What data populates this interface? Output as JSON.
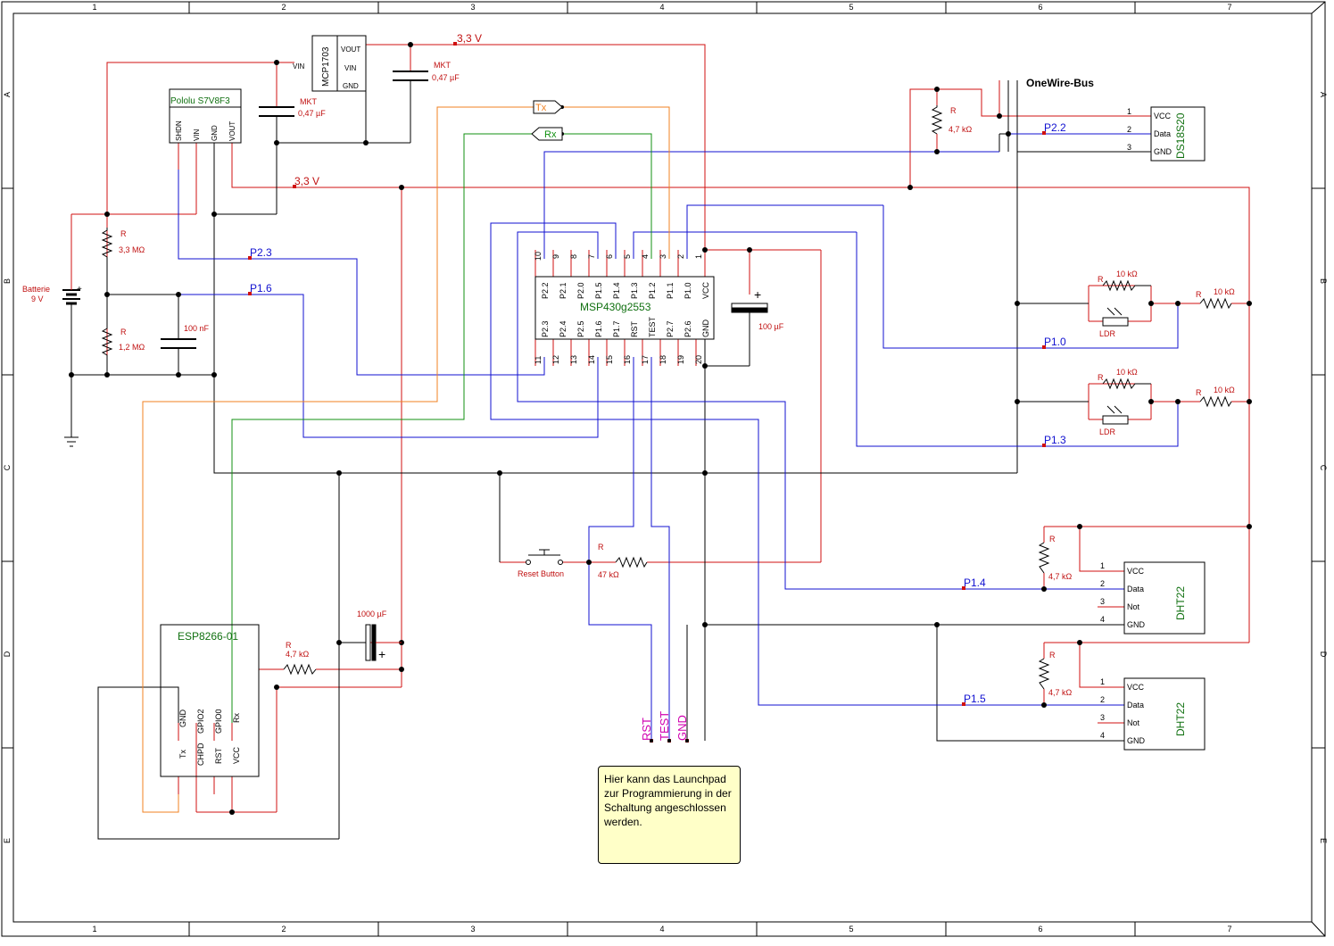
{
  "frame": {
    "columns": [
      "1",
      "2",
      "3",
      "4",
      "5",
      "6",
      "7"
    ],
    "rows": [
      "A",
      "B",
      "C",
      "D",
      "E"
    ]
  },
  "colors": {
    "power": "#d01010",
    "signal": "#1010d0",
    "ground": "#000000",
    "tx": "#f08020",
    "rx": "#109010",
    "label_red": "#c01010",
    "label_green": "#107010",
    "label_magenta": "#d000b0",
    "note_bg": "#ffffc8"
  },
  "regulators": {
    "mcp": {
      "name": "MCP1703",
      "pins": [
        "VOUT",
        "VIN",
        "GND"
      ],
      "vin_label": "VIN"
    },
    "pololu": {
      "name": "Pololu S7V8F3",
      "pins": [
        "SHDN",
        "VIN",
        "GND",
        "VOUT"
      ]
    }
  },
  "capacitors": {
    "mkt1": {
      "type": "MKT",
      "value": "0,47 µF"
    },
    "mkt2": {
      "type": "MKT",
      "value": "0,47 µF"
    },
    "c100n": {
      "value": "100 nF"
    },
    "c100u": {
      "value": "100 µF"
    },
    "c1000u": {
      "value": "1000 µF"
    }
  },
  "rails": {
    "v33_a": "3,3 V",
    "v33_b": "3,3 V"
  },
  "battery": {
    "name": "Batterie",
    "value": "9 V"
  },
  "resistors": {
    "r_div_top": {
      "name": "R",
      "value": "3,3 MΩ"
    },
    "r_div_bot": {
      "name": "R",
      "value": "1,2 MΩ"
    },
    "r_ow": {
      "name": "R",
      "value": "4,7 kΩ"
    },
    "r_reset": {
      "name": "R",
      "value": "47 kΩ"
    },
    "r_esp": {
      "name": "R",
      "value": "4,7 kΩ"
    },
    "r_dht1": {
      "name": "R",
      "value": "4,7 kΩ"
    },
    "r_dht2": {
      "name": "R",
      "value": "4,7 kΩ"
    },
    "r_ldr1_top": {
      "name": "R",
      "value": "10 kΩ"
    },
    "r_ldr1_side": {
      "name": "R",
      "value": "10 kΩ"
    },
    "r_ldr2_top": {
      "name": "R",
      "value": "10 kΩ"
    },
    "r_ldr2_side": {
      "name": "R",
      "value": "10 kΩ"
    }
  },
  "ldr_label": "LDR",
  "mcu": {
    "name": "MSP430g2553",
    "top_pins": [
      "10",
      "9",
      "8",
      "7",
      "6",
      "5",
      "4",
      "3",
      "2",
      "1"
    ],
    "top_labels": [
      "P2.2",
      "P2.1",
      "P2.0",
      "P1.5",
      "P1.4",
      "P1.3",
      "P1.2",
      "P1.1",
      "P1.0",
      "VCC"
    ],
    "bottom_labels": [
      "P2.3",
      "P2.4",
      "P2.5",
      "P1.6",
      "P1.7",
      "RST",
      "TEST",
      "P2.7",
      "P2.6",
      "GND"
    ],
    "bottom_pins": [
      "11",
      "12",
      "13",
      "14",
      "15",
      "16",
      "17",
      "18",
      "19",
      "20"
    ]
  },
  "net_labels": {
    "p23": "P2.3",
    "p16": "P1.6",
    "p22": "P2.2",
    "p10": "P1.0",
    "p13": "P1.3",
    "p14": "P1.4",
    "p15": "P1.5",
    "tx": "Tx",
    "rx": "Rx"
  },
  "onewire": {
    "title": "OneWire-Bus"
  },
  "ds18s20": {
    "name": "DS18S20",
    "pin_numbers": [
      "1",
      "2",
      "3"
    ],
    "pin_labels": [
      "VCC",
      "Data",
      "GND"
    ]
  },
  "dht1": {
    "name": "DHT22",
    "pin_numbers": [
      "1",
      "2",
      "3",
      "4"
    ],
    "pin_labels": [
      "VCC",
      "Data",
      "Not",
      "GND"
    ]
  },
  "dht2": {
    "name": "DHT22",
    "pin_numbers": [
      "1",
      "2",
      "3",
      "4"
    ],
    "pin_labels": [
      "VCC",
      "Data",
      "Not",
      "GND"
    ]
  },
  "esp": {
    "name": "ESP8266-01",
    "top_pins": [
      "GND",
      "GPIO2",
      "GPIO0",
      "Rx"
    ],
    "bottom_pins": [
      "Tx",
      "CHPD",
      "RST",
      "VCC"
    ]
  },
  "reset_button": {
    "label": "Reset Button"
  },
  "launchpad": {
    "rst": "RST",
    "test": "TEST",
    "gnd": "GND"
  },
  "note": {
    "text": "Hier kann das Launchpad zur Programmierung in der Schaltung angeschlossen werden."
  }
}
